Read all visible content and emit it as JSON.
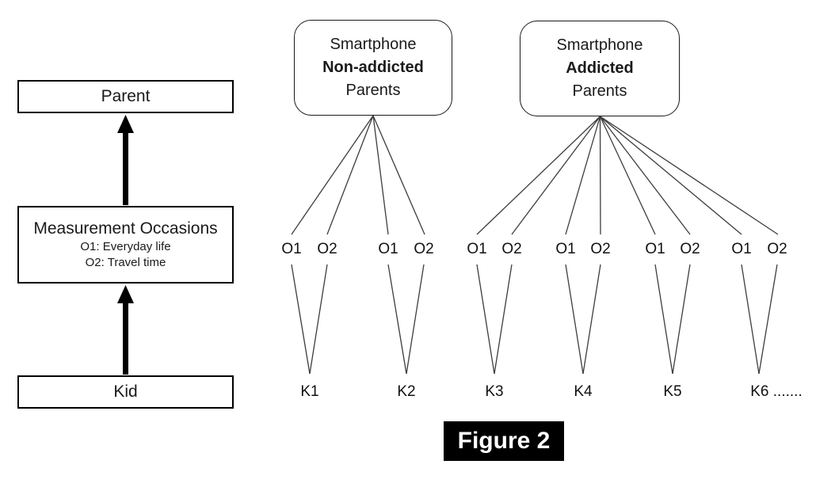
{
  "figure": {
    "caption": "Figure 2"
  },
  "left_panel": {
    "parent_label": "Parent",
    "measurement_title": "Measurement Occasions",
    "measurement_o1": "O1: Everyday life",
    "measurement_o2": "O2: Travel time",
    "kid_label": "Kid"
  },
  "groups": [
    {
      "line1": "Smartphone",
      "line2": "Non-addicted",
      "line3": "Parents",
      "kids": [
        {
          "label": "K1",
          "o1": "O1",
          "o2": "O2"
        },
        {
          "label": "K2",
          "o1": "O1",
          "o2": "O2"
        }
      ]
    },
    {
      "line1": "Smartphone",
      "line2": "Addicted",
      "line3": "Parents",
      "kids": [
        {
          "label": "K3",
          "o1": "O1",
          "o2": "O2"
        },
        {
          "label": "K4",
          "o1": "O1",
          "o2": "O2"
        },
        {
          "label": "K5",
          "o1": "O1",
          "o2": "O2"
        },
        {
          "label": "K6 .......",
          "o1": "O1",
          "o2": "O2"
        }
      ]
    }
  ],
  "colors": {
    "background": "#ffffff",
    "box_border": "#000000",
    "line": "#3d3d3d",
    "caption_bg": "#000000",
    "caption_fg": "#ffffff"
  }
}
